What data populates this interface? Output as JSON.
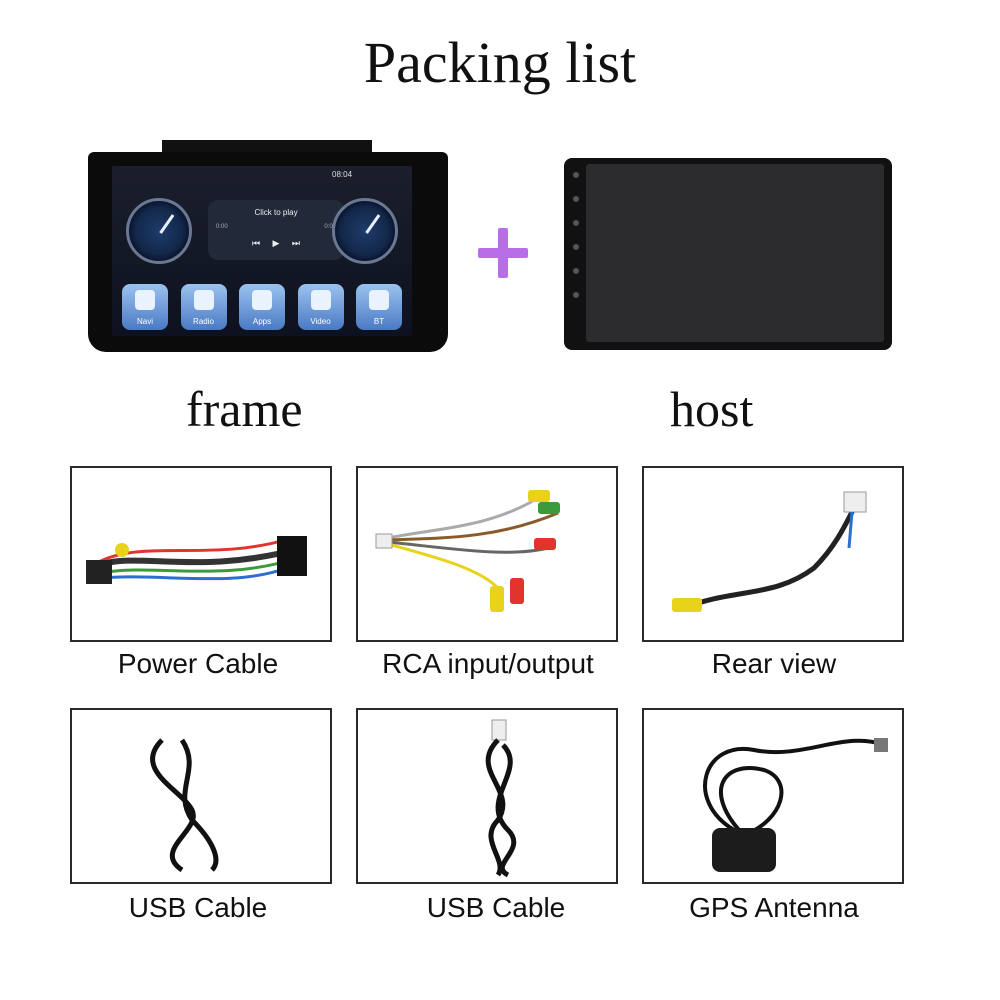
{
  "title": "Packing list",
  "labels": {
    "frame": "frame",
    "host": "host"
  },
  "frame_screen": {
    "time": "08:04",
    "media_title": "Click to play",
    "media_time_start": "0:00",
    "media_time_end": "0:00",
    "apps": [
      "Navi",
      "Radio",
      "Apps",
      "Video",
      "BT"
    ]
  },
  "items": [
    {
      "label": "Power Cable"
    },
    {
      "label": "RCA input/output"
    },
    {
      "label": "Rear view"
    },
    {
      "label": "USB Cable"
    },
    {
      "label": "USB Cable"
    },
    {
      "label": "GPS Antenna"
    }
  ],
  "colors": {
    "plus": "#b86ee6",
    "border": "#2a2a2a"
  }
}
